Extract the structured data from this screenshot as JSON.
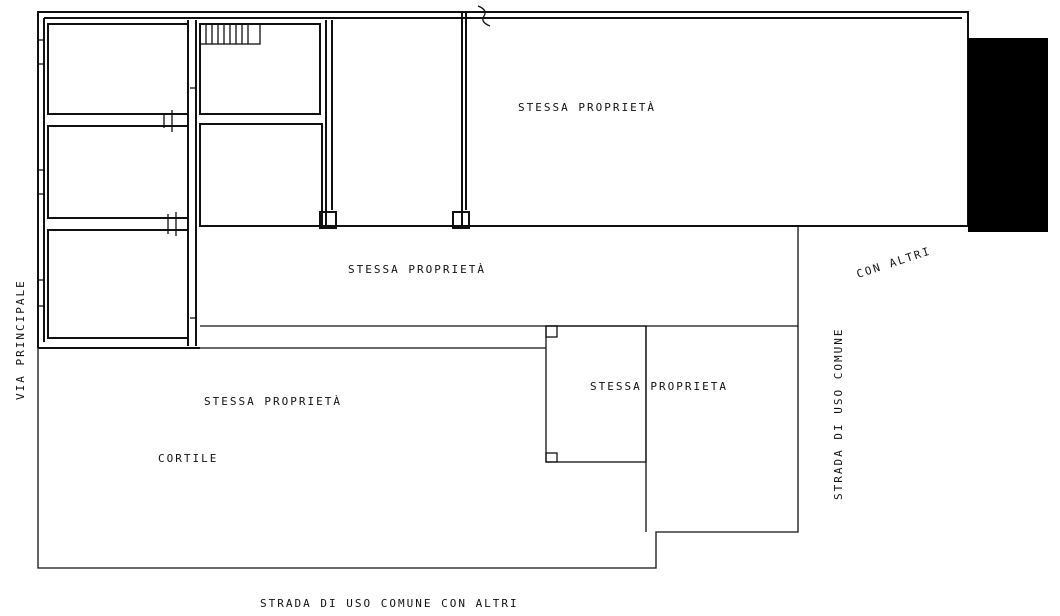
{
  "labels": {
    "top_right_area": "STESSA PROPRIETÀ",
    "middle_area": "STESSA PROPRIETÀ",
    "courtyard_area": "STESSA PROPRIETÀ",
    "courtyard": "CORTILE",
    "small_building": "STESSA PROPRIETA",
    "left_street": "VIA PRINCIPALE",
    "bottom_street": "STRADA DI USO COMUNE CON ALTRI",
    "right_street_1": "STRADA DI USO COMUNE",
    "right_street_2": "CON ALTRI"
  },
  "colors": {
    "ink": "#111111",
    "filled_block": "#000000",
    "paper": "#ffffff"
  }
}
